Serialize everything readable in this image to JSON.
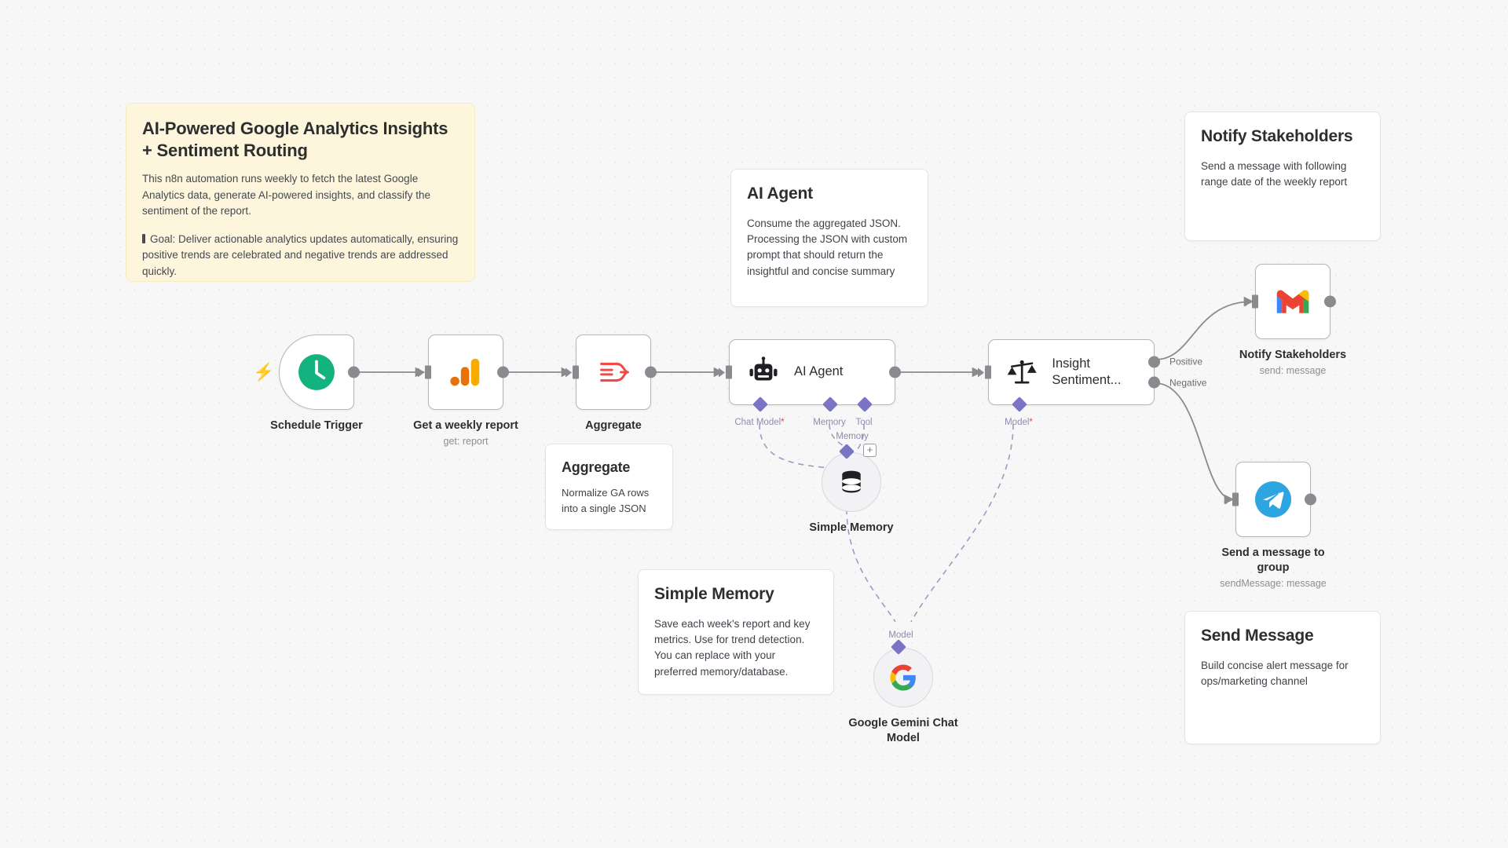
{
  "notes": {
    "overview": {
      "title": "AI-Powered Google Analytics Insights + Sentiment Routing",
      "body": "This n8n automation runs weekly to fetch the latest Google Analytics data, generate AI-powered insights, and classify the sentiment of the report.",
      "goal": "Goal: Deliver actionable analytics updates automatically, ensuring positive trends are celebrated and negative trends are addressed quickly."
    },
    "ai_agent": {
      "title": "AI Agent",
      "body": "Consume the aggregated JSON. Processing the JSON with custom prompt that should return the insightful and concise summary"
    },
    "aggregate": {
      "title": "Aggregate",
      "body": "Normalize GA rows into a single JSON"
    },
    "simple_memory": {
      "title": "Simple Memory",
      "body": "Save each week's report and key metrics. Use for trend detection. You can replace with your preferred memory/database."
    },
    "notify_stakeholders": {
      "title": "Notify Stakeholders",
      "body": "Send a message with following range date of the weekly report"
    },
    "send_message": {
      "title": "Send Message",
      "body": "Build concise alert message for ops/marketing channel"
    }
  },
  "nodes": {
    "schedule_trigger": {
      "title": "Schedule Trigger",
      "icon": "clock-icon"
    },
    "weekly_report": {
      "title": "Get a weekly report",
      "subtitle": "get: report",
      "icon": "google-analytics-icon"
    },
    "aggregate": {
      "title": "Aggregate",
      "icon": "aggregate-icon"
    },
    "ai_agent": {
      "title": "AI Agent",
      "icon": "robot-icon"
    },
    "insight_sentiment": {
      "title": "Insight Sentiment...",
      "icon": "scales-icon"
    },
    "notify_stakeholders": {
      "title": "Notify Stakeholders",
      "subtitle": "send: message",
      "icon": "gmail-icon"
    },
    "send_to_group": {
      "title": "Send a message to group",
      "subtitle": "sendMessage: message",
      "icon": "telegram-icon"
    },
    "simple_memory": {
      "title": "Simple Memory",
      "icon": "database-icon"
    },
    "gemini": {
      "title": "Google Gemini Chat Model",
      "icon": "google-icon"
    }
  },
  "ports": {
    "chat_model": "Chat Model",
    "memory": "Memory",
    "tool": "Tool",
    "model": "Model",
    "memory_edge": "Memory",
    "model_edge": "Model",
    "required_marker": "*"
  },
  "branches": {
    "positive": "Positive",
    "negative": "Negative"
  },
  "colors": {
    "canvas": "#f7f7f7",
    "sticky_yellow": "#fdf6dd",
    "node_border": "#b6b6b9",
    "port": "#8a8a8f",
    "sub_port": "#7b74c4",
    "trigger_green": "#13b37f",
    "bolt": "#ff6d5a"
  }
}
